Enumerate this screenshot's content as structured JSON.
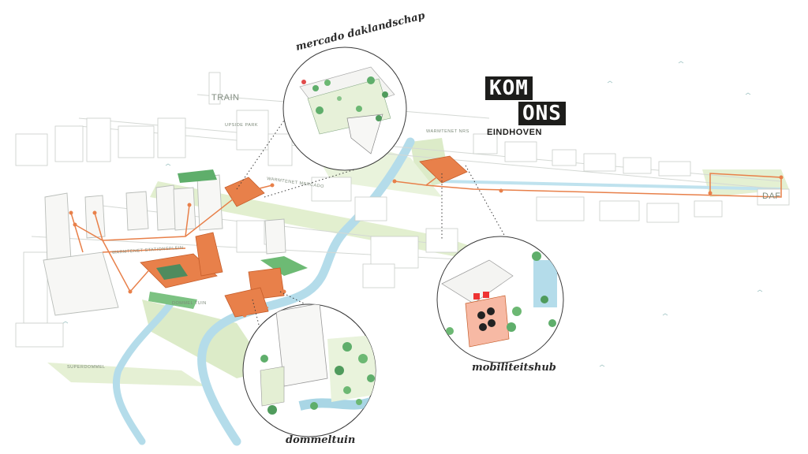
{
  "logo": {
    "line1": "KOM",
    "line2": "ONS",
    "city": "EINDHOVEN"
  },
  "callouts": {
    "mercado": "mercado daklandschap",
    "mobiliteit": "mobiliteitshub",
    "dommel": "dommeltuin"
  },
  "map_labels": {
    "train": "TRAIN",
    "upside_park": "UPSIDE PARK",
    "warmtenet_nrs": "WARMTENET NRS",
    "warmtenet_mercado": "WARMTENET MERCADO",
    "stationsplein": "WARMTENET STATIONSPLEIN",
    "dommel_tuin": "DOMMEL TUIN",
    "superdommel": "SUPERDOMMEL",
    "daf": "DAF"
  },
  "colors": {
    "accent_orange": "#e8804a",
    "green": "#8bc48a",
    "light_green": "#d9ecc4",
    "water": "#a9d6e5",
    "linework": "#c8ccc8"
  }
}
